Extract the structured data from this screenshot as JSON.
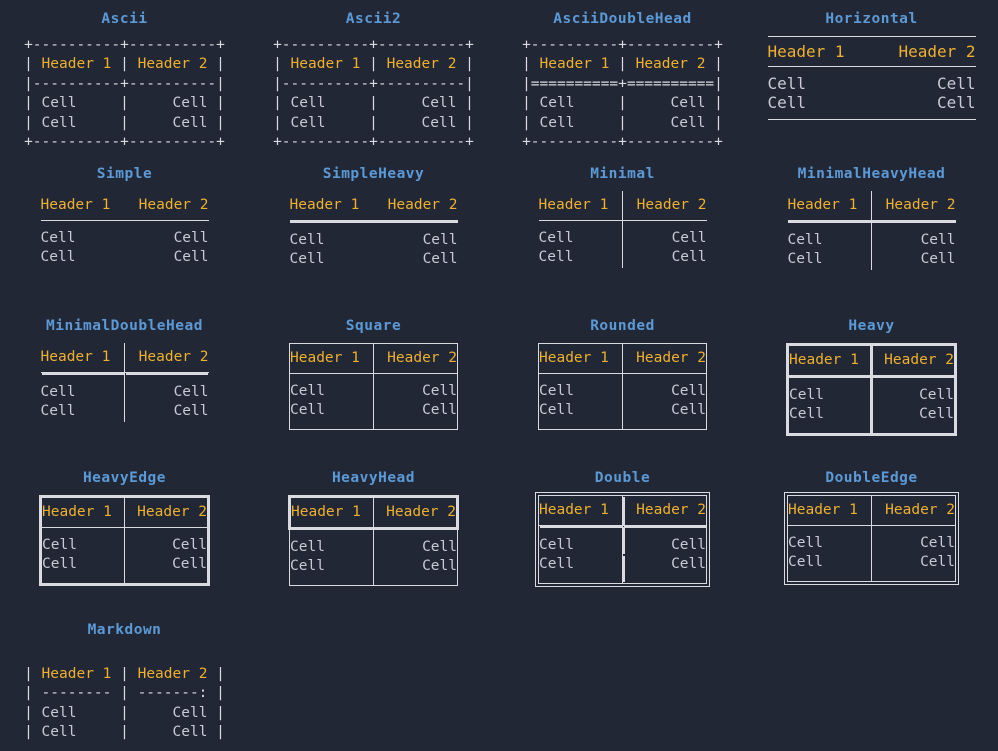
{
  "theme": {
    "background": "#222736",
    "title_color": "#5b9ad6",
    "header_color": "#eeb02e",
    "cell_color": "#c9cbd4",
    "rule_color": "#d9dbe0"
  },
  "labels": {
    "header1": "Header 1",
    "header2": "Header 2",
    "cell": "Cell"
  },
  "tables": [
    {
      "title": "Ascii",
      "kind": "ascii",
      "art": "+---------+---------+\n| Header 1 | Header 2 |\n|---------+---------|\n| Cell    |    Cell |\n| Cell    |    Cell |\n+---------+---------+"
    },
    {
      "title": "Ascii2",
      "kind": "ascii",
      "art": "+---------+---------+\n| Header 1 | Header 2 |\n|---------+---------|\n| Cell    |    Cell |\n| Cell    |    Cell |\n+---------+---------+"
    },
    {
      "title": "AsciiDoubleHead",
      "kind": "ascii",
      "art": "+---------+---------+\n| Header 1 | Header 2 |\n|=========+=========|\n| Cell    |    Cell |\n| Cell    |    Cell |\n+---------+---------+"
    },
    {
      "title": "Horizontal",
      "kind": "horizontal"
    },
    {
      "title": "Simple",
      "kind": "simple"
    },
    {
      "title": "SimpleHeavy",
      "kind": "simple-heavy"
    },
    {
      "title": "Minimal",
      "kind": "minimal"
    },
    {
      "title": "MinimalHeavyHead",
      "kind": "minimal-heavy-head"
    },
    {
      "title": "MinimalDoubleHead",
      "kind": "minimal-double-head"
    },
    {
      "title": "Square",
      "kind": "square"
    },
    {
      "title": "Rounded",
      "kind": "rounded"
    },
    {
      "title": "Heavy",
      "kind": "heavy"
    },
    {
      "title": "HeavyEdge",
      "kind": "heavy-edge"
    },
    {
      "title": "HeavyHead",
      "kind": "heavy-head"
    },
    {
      "title": "Double",
      "kind": "double"
    },
    {
      "title": "DoubleEdge",
      "kind": "double-edge"
    },
    {
      "title": "Markdown",
      "kind": "markdown",
      "rows": {
        "head": "| Header 1 | Header 2 |",
        "sep": "| -------- | -------: |",
        "r1": "| Cell     |     Cell |",
        "r2": "| Cell     |     Cell |"
      }
    }
  ]
}
